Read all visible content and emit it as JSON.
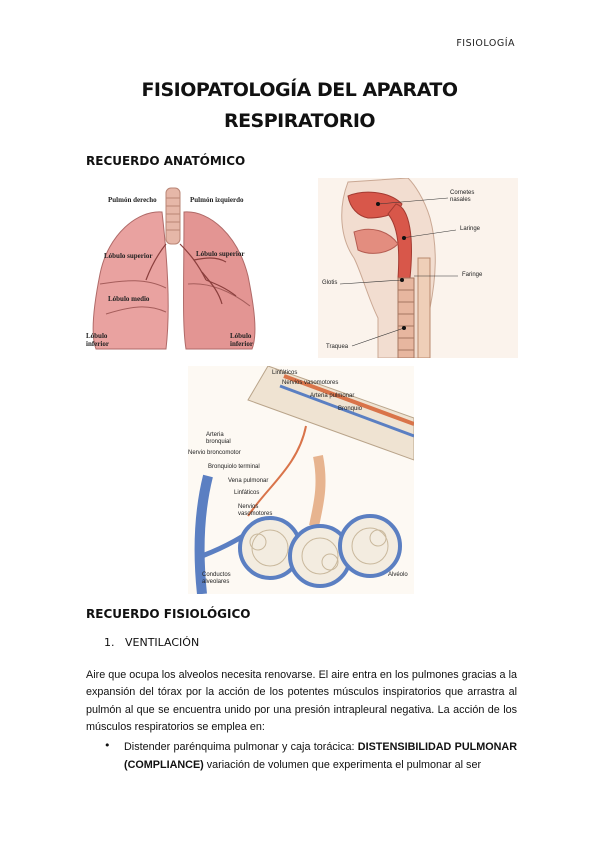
{
  "header": {
    "subject": "FISIOLOGÍA"
  },
  "title": {
    "line1": "FISIOPATOLOGÍA DEL APARATO",
    "line2": "RESPIRATORIO"
  },
  "sections": {
    "anatomico": "RECUERDO ANATÓMICO",
    "fisiologico": "RECUERDO FISIOLÓGICO"
  },
  "lungs_figure": {
    "labels": {
      "right": "Pulmón derecho",
      "left": "Pulmón izquierdo",
      "superior_r": "Lóbulo superior",
      "superior_l": "Lóbulo superior",
      "medio": "Lóbulo medio",
      "inferior_r": "Lóbulo inferior",
      "inferior_l": "Lóbulo inferior"
    }
  },
  "airway_figure": {
    "labels": {
      "cornetes": "Cornetes nasales",
      "laringe": "Laringe",
      "faringe": "Faringe",
      "glotis": "Glotis",
      "traquea": "Traquea"
    }
  },
  "alveoli_figure": {
    "labels": {
      "linfaticos1": "Linfáticos",
      "nervios1": "Nervios vasomotores",
      "arteria_pulm": "Arteria pulmonar",
      "bronquio": "Bronquio",
      "arteria_bronq": "Arteria bronquial",
      "nervio_bronco": "Nervio broncomotor",
      "bronquiolo": "Bronquiolo terminal",
      "vena": "Vena pulmonar",
      "linfaticos2": "Linfáticos",
      "nervios2": "Nervios vasomotores",
      "conductos": "Conductos alveolares",
      "alveolo": "Alvéolo"
    }
  },
  "subsection": {
    "number": "1.",
    "title": "VENTILACIÓN"
  },
  "paragraph": "Aire que ocupa los alveolos necesita renovarse. El aire entra en los pulmones gracias a la expansión del tórax por la acción de los potentes músculos inspiratorios que arrastra al pulmón al que se encuentra unido por una presión intrapleural negativa. La acción de los músculos respiratorios se emplea en:",
  "bullet": {
    "symbol": "•",
    "lead": "Distender parénquima pulmonar y caja torácica: ",
    "bold": "DISTENSIBILIDAD PULMONAR (COMPLIANCE)",
    "rest": " variación de volumen que experimenta el pulmonar al ser"
  }
}
